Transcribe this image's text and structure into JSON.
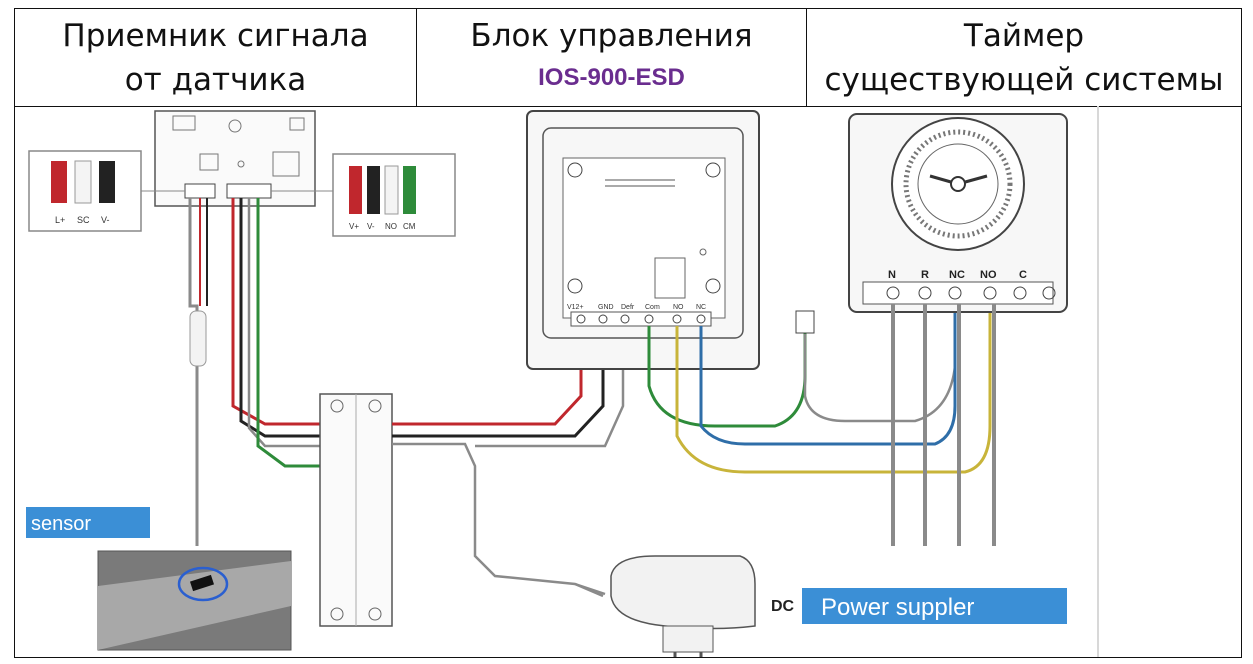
{
  "header": {
    "col1": {
      "line1": "Приемник сигнала",
      "line2": "от датчика"
    },
    "col2": {
      "line1": "Блок управления",
      "model": "IOS-900-ESD"
    },
    "col3": {
      "line1": "Таймер",
      "line2": "существующей системы"
    }
  },
  "diagram": {
    "receiver_left_terminals": [
      "L+",
      "SC",
      "V-"
    ],
    "receiver_right_terminals": [
      "V+",
      "V-",
      "NO",
      "CM"
    ],
    "controller_terminals": [
      "V12+",
      "GND",
      "Defr",
      "Com",
      "NO",
      "NC"
    ],
    "timer_terminals": [
      "N",
      "R",
      "NC",
      "NO",
      "C"
    ],
    "sensor_label": "sensor",
    "power_prefix": "DC",
    "power_label": "Power suppler"
  },
  "colors": {
    "red": "#c0272d",
    "black": "#222222",
    "green": "#2e8b3a",
    "blue": "#2f6ea8",
    "yellow": "#c8b43a",
    "gray": "#8a8a8a",
    "label_bg": "#3b8fd6",
    "model_text": "#6a2d8f"
  }
}
